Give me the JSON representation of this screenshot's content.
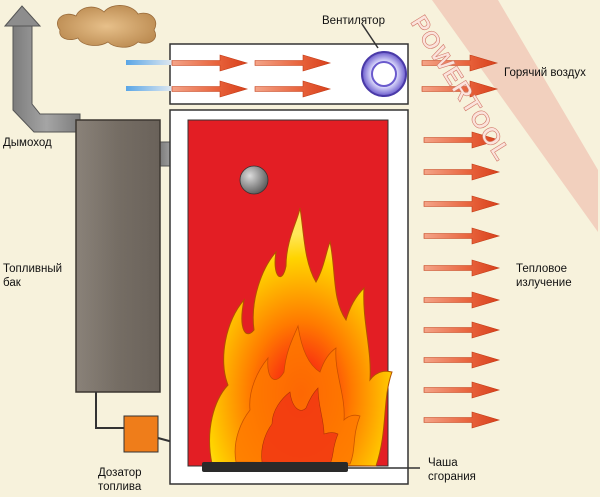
{
  "labels": {
    "chimney": "Дымоход",
    "fan": "Вентилятор",
    "hot_air": "Горячий воздух",
    "fuel_tank": [
      "Топливный",
      "бак"
    ],
    "heat_radiation": [
      "Тепловое",
      "излучение"
    ],
    "fuel_doser": [
      "Дозатор",
      "топлива"
    ],
    "burner_bowl": [
      "Чаша",
      "сгорания"
    ]
  },
  "watermark": "POWERTOOL",
  "colors": {
    "background": "#f7f2dc",
    "combustion_chamber": "#e31e24",
    "fuel_tank": "#7a7269",
    "fuel_doser": "#ef7d1a",
    "arrow": "#e8633c",
    "chimney": "#8d8d8d",
    "smoke": "#d8a96b"
  },
  "icons": {
    "chimney_cap": "triangle",
    "fan": "ring",
    "flame": "flame",
    "smoke": "cloud"
  }
}
